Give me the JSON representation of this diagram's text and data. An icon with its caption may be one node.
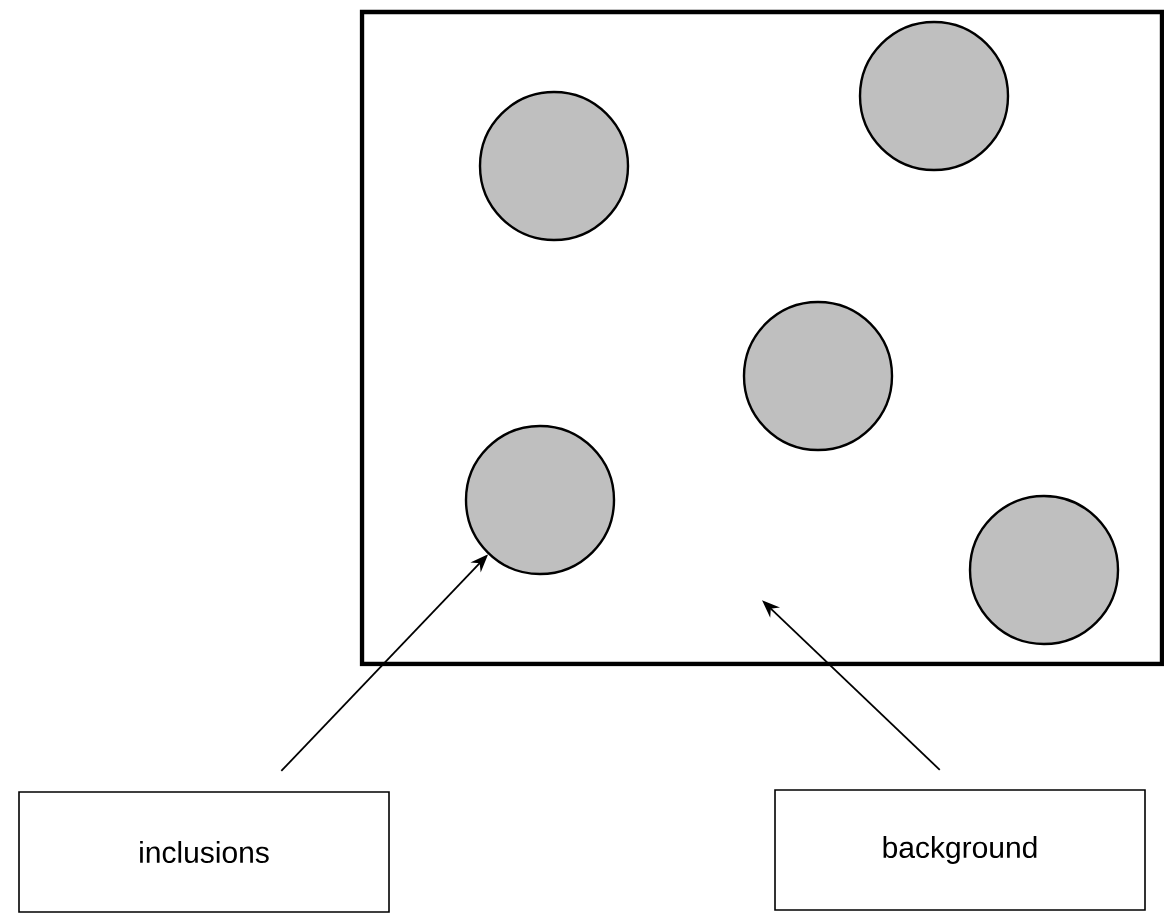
{
  "diagram": {
    "nodes": [
      {
        "text": [],
        "shape": "box"
      },
      {
        "text": [],
        "shape": "circle",
        "in": 0
      },
      {
        "text": [],
        "shape": "circle",
        "in": 0
      },
      {
        "text": [],
        "shape": "circle",
        "in": 0
      },
      {
        "text": [],
        "shape": "circle",
        "in": 0
      },
      {
        "text": [],
        "shape": "circle",
        "in": 0
      },
      {
        "text": [
          "inclusions"
        ]
      },
      {
        "text": [
          "background"
        ]
      }
    ],
    "edges": [
      {
        "from": 6,
        "to": 4,
        "arrow": "to"
      },
      {
        "from": 7,
        "to": 0,
        "arrow": "to"
      }
    ]
  }
}
